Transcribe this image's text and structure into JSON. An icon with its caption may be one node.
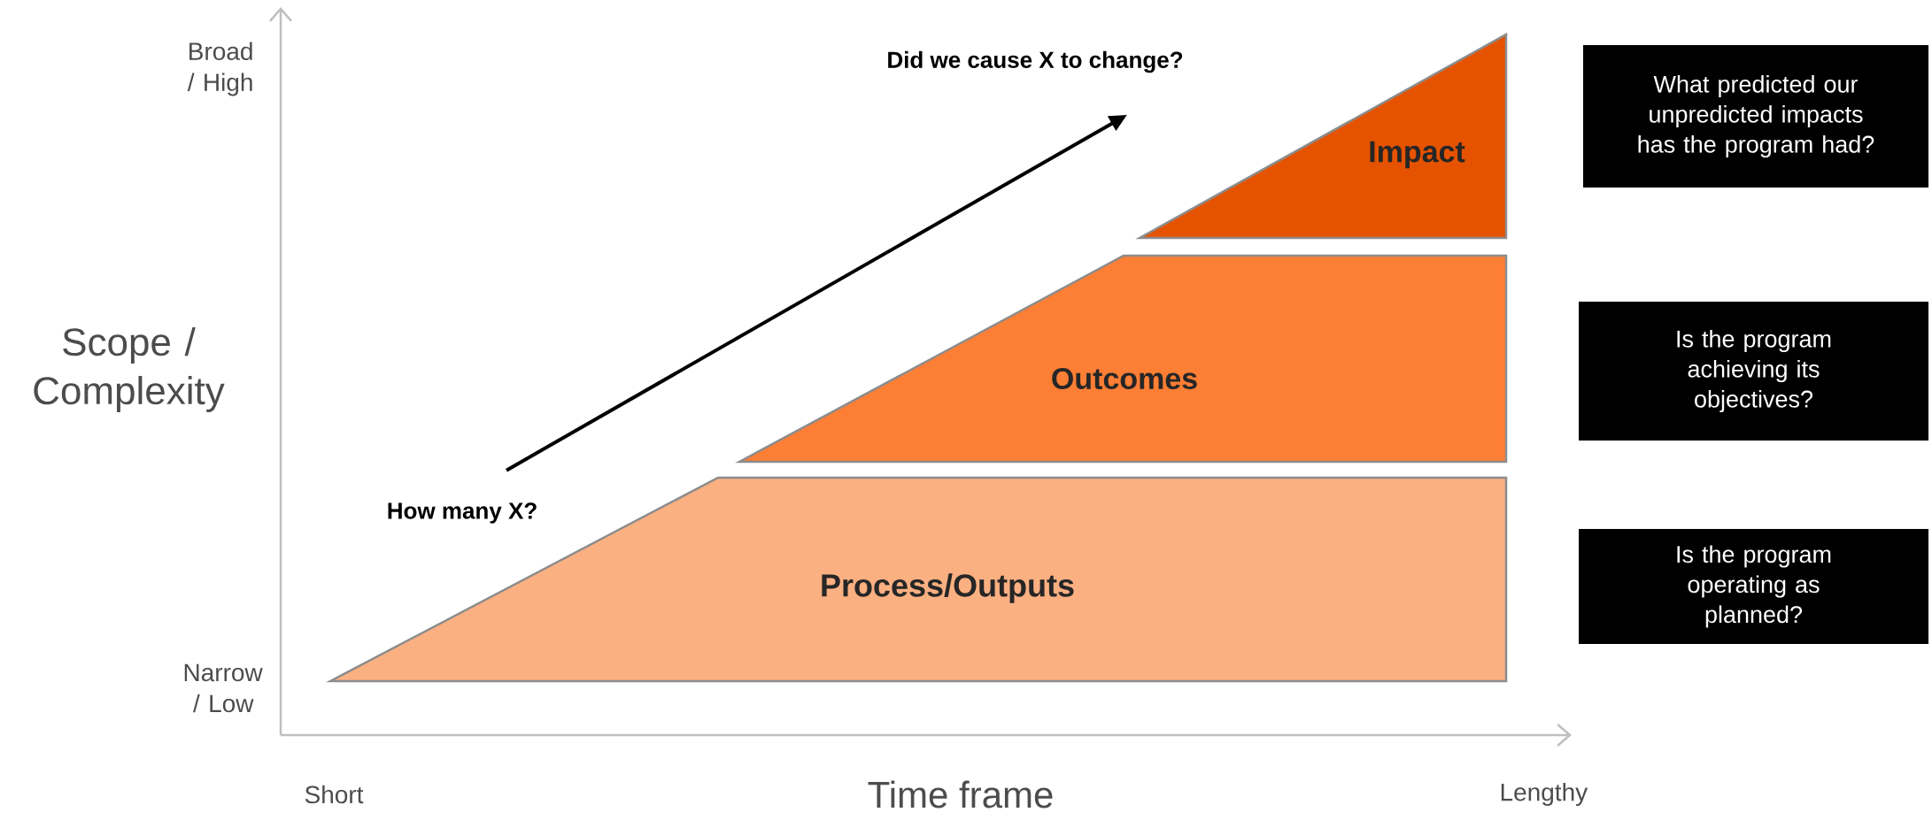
{
  "diagram": {
    "nodes": [
      {
        "text": [
          "Process/Outputs"
        ]
      },
      {
        "text": [
          "Outcomes"
        ]
      },
      {
        "text": [
          "Impact"
        ]
      },
      {
        "text": [
          "What predicted our unpredicted impacts has the program had?"
        ]
      },
      {
        "text": [
          "Is the program achieving its objectives?"
        ]
      },
      {
        "text": [
          "Is the program operating as planned?"
        ]
      },
      {
        "text": [
          "How many X?"
        ]
      },
      {
        "text": [
          "Did we cause X to change?"
        ]
      }
    ],
    "edges": [
      {
        "from": 6,
        "to": 7,
        "arrow": "to"
      }
    ],
    "labels": [
      "Broad / High",
      "Scope / Complexity",
      "Narrow / Low",
      "Short",
      "Time frame",
      "Lengthy"
    ]
  }
}
